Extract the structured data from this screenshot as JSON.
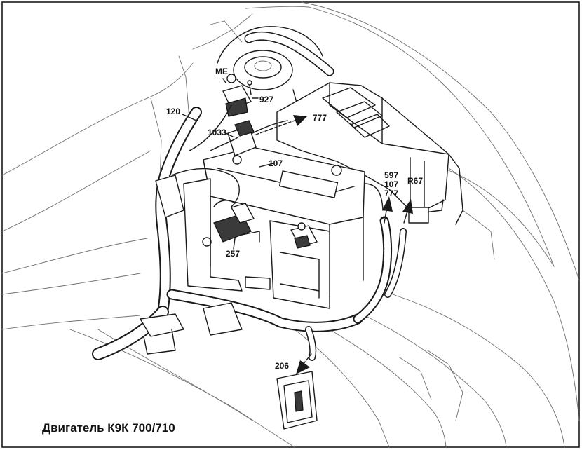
{
  "diagram": {
    "caption": "Двигатель К9К 700/710",
    "labels": {
      "me": "ME",
      "c927": "927",
      "c120": "120",
      "c777a": "777",
      "c1033": "1033",
      "c107a": "107",
      "c597": "597",
      "c107b": "107",
      "c777b": "777",
      "r67": "R67",
      "c257": "257",
      "c206": "206"
    }
  }
}
